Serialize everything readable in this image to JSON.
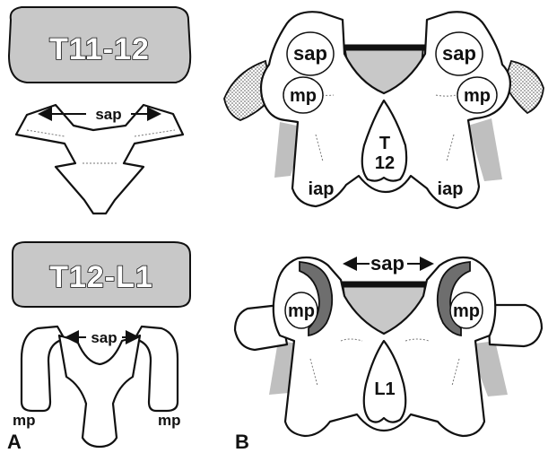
{
  "panel_a": {
    "letter": "A",
    "top": {
      "vertebra_label": "T11-12",
      "facet_label": "sap"
    },
    "bottom": {
      "vertebra_label": "T12-L1",
      "facet_label": "sap",
      "left_process": "mp",
      "right_process": "mp"
    }
  },
  "panel_b": {
    "letter": "B",
    "top": {
      "left_facet": "sap",
      "right_facet": "sap",
      "left_process": "mp",
      "right_process": "mp",
      "body_label_1": "T",
      "body_label_2": "12",
      "left_inferior": "iap",
      "right_inferior": "iap"
    },
    "bottom": {
      "facet_label": "sap",
      "left_process": "mp",
      "right_process": "mp",
      "body_label": "L1"
    }
  },
  "colors": {
    "gray_fill": "#c8c8c8",
    "dark_fill": "#6e6e6e",
    "outline": "#111111"
  }
}
